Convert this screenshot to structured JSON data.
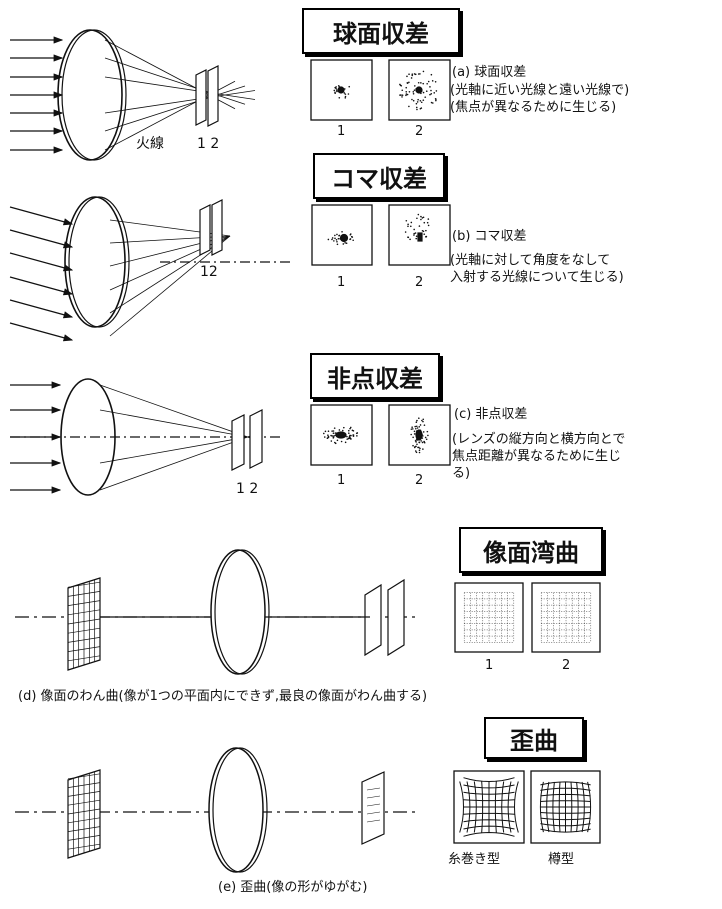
{
  "sections": {
    "spherical": {
      "title": "球面収差",
      "caption": "(a) 球面収差",
      "desc_line1": "(光軸に近い光線と遠い光線で)",
      "desc_line2": "(焦点が異なるために生じる)",
      "caustic_label": "火線",
      "plane_labels": "1 2",
      "image_labels": [
        "1",
        "2"
      ]
    },
    "coma": {
      "title": "コマ収差",
      "caption": "(b) コマ収差",
      "desc_line1": "(光軸に対して角度をなして",
      "desc_line2": "入射する光線について生じる)",
      "plane_labels": "12",
      "image_labels": [
        "1",
        "2"
      ]
    },
    "astigmatism": {
      "title": "非点収差",
      "caption": "(c) 非点収差",
      "desc_line1": "(レンズの縦方向と横方向とで",
      "desc_line2": "焦点距離が異なるために生じ",
      "desc_line3": "る)",
      "plane_labels": "1 2",
      "image_labels": [
        "1",
        "2"
      ]
    },
    "field_curvature": {
      "title": "像面湾曲",
      "caption": "(d) 像面のわん曲(像が1つの平面内にできず,最良の像面がわん曲する)",
      "image_labels": [
        "1",
        "2"
      ]
    },
    "distortion": {
      "title": "歪曲",
      "caption": "(e) 歪曲(像の形がゆがむ)",
      "image_labels": [
        "糸巻き型",
        "樽型"
      ]
    }
  }
}
